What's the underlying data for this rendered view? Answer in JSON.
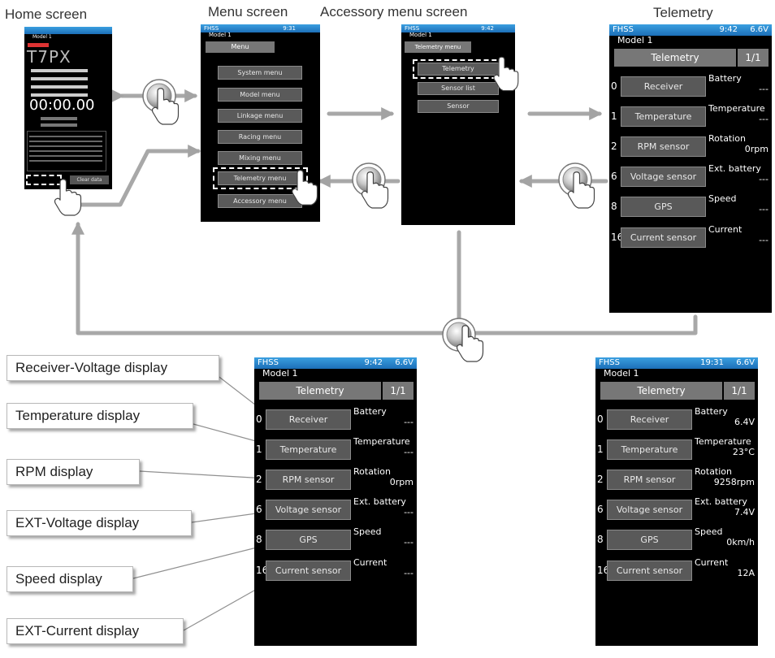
{
  "captions": {
    "home": "Home screen",
    "menu": "Menu screen",
    "accessory": "Accessory menu screen",
    "telemetry": "Telemetry"
  },
  "home_screen": {
    "status_left": "Model 1",
    "brand": "T7PX",
    "timer": "00:00.00",
    "bottom_right_button": "Clear data"
  },
  "menu_screen": {
    "status_left": "FHSS",
    "status_time": "9:31",
    "model": "Model 1",
    "header": "Menu",
    "items": [
      "System menu",
      "Model menu",
      "Linkage menu",
      "Racing menu",
      "Mixing menu",
      "Telemetry menu",
      "Accessory menu"
    ]
  },
  "accessory_screen": {
    "status_left": "FHSS",
    "status_time": "9:42",
    "model": "Model 1",
    "header": "Telemetry menu",
    "items": [
      "Telemetry",
      "Sensor list",
      "Sensor"
    ]
  },
  "telemetry_common": {
    "status_left": "FHSS",
    "battery": "6.6V",
    "model": "Model 1",
    "header": "Telemetry",
    "page": "1/1",
    "rows": [
      {
        "num": "0",
        "sensor": "Receiver",
        "label": "Battery"
      },
      {
        "num": "1",
        "sensor": "Temperature",
        "label": "Temperature"
      },
      {
        "num": "2",
        "sensor": "RPM sensor",
        "label": "Rotation"
      },
      {
        "num": "6",
        "sensor": "Voltage sensor",
        "label": "Ext. battery"
      },
      {
        "num": "8",
        "sensor": "GPS",
        "label": "Speed"
      },
      {
        "num": "16",
        "sensor": "Current sensor",
        "label": "Current"
      }
    ]
  },
  "telemetry_top": {
    "time": "9:42",
    "values": [
      "---",
      "---",
      "0rpm",
      "---",
      "---",
      "---"
    ]
  },
  "telemetry_callout_screen": {
    "time": "9:42",
    "values": [
      "---",
      "---",
      "0rpm",
      "---",
      "---",
      "---"
    ]
  },
  "telemetry_live": {
    "time": "19:31",
    "values": [
      "6.4V",
      "23°C",
      "9258rpm",
      "7.4V",
      "0km/h",
      "12A"
    ]
  },
  "callouts": [
    "Receiver-Voltage display",
    "Temperature display",
    "RPM display",
    "EXT-Voltage display",
    "Speed display",
    "EXT-Current display"
  ]
}
